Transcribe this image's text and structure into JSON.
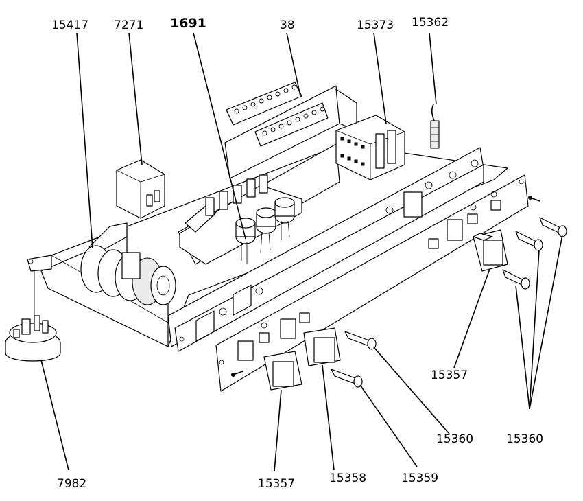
{
  "callouts": {
    "p15417": "15417",
    "p7271": "7271",
    "p1691": "1691",
    "p38": "38",
    "p15373": "15373",
    "p15362": "15362",
    "p15357_right": "15357",
    "p15360_mid": "15360",
    "p15360_right": "15360",
    "p7982": "7982",
    "p15357_bottom": "15357",
    "p15358": "15358",
    "p15359": "15359"
  }
}
